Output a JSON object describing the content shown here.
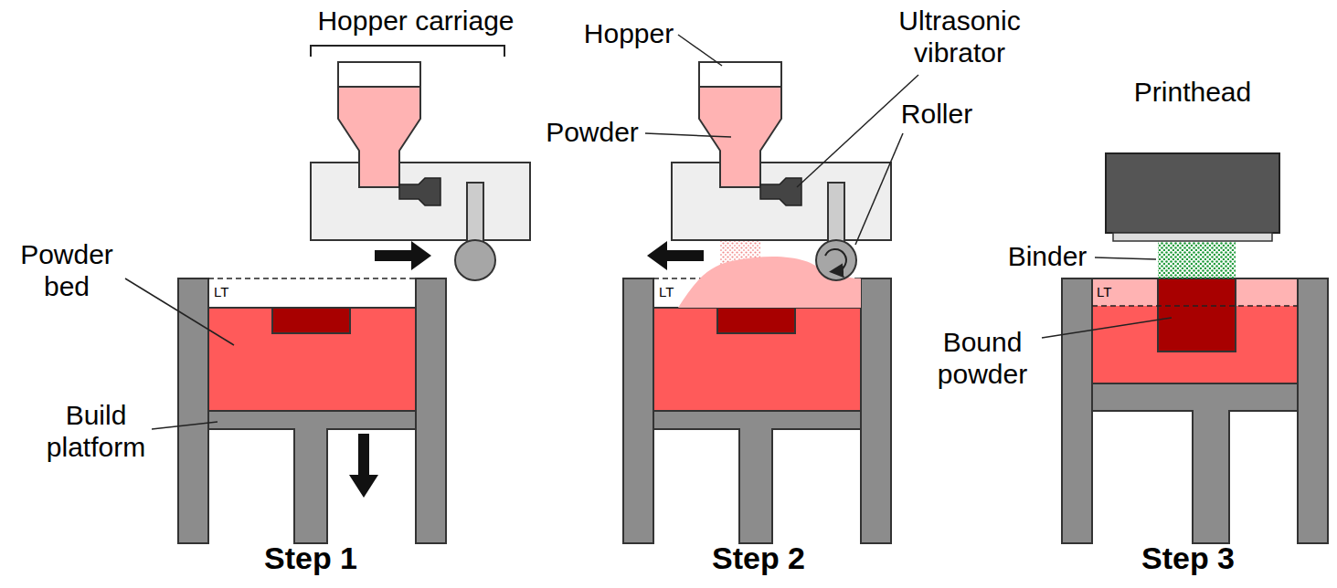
{
  "diagram": {
    "labels": [
      "Hopper carriage",
      "Powder bed",
      "Build platform",
      "LT",
      "Step 1",
      "Hopper",
      "Ultrasonic vibrator",
      "Powder",
      "Roller",
      "LT",
      "Step 2",
      "Printhead",
      "Binder",
      "LT",
      "Bound powder",
      "Step 3"
    ]
  }
}
